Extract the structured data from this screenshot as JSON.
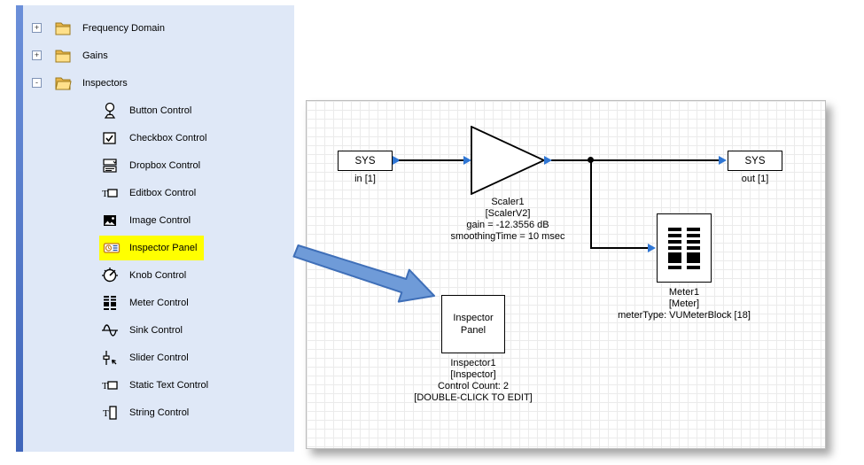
{
  "palette": {
    "folders": [
      {
        "label": "Frequency Domain",
        "state": "+"
      },
      {
        "label": "Gains",
        "state": "+"
      },
      {
        "label": "Inspectors",
        "state": "-"
      }
    ],
    "controls": [
      {
        "label": "Button Control"
      },
      {
        "label": "Checkbox Control"
      },
      {
        "label": "Dropbox Control"
      },
      {
        "label": "Editbox Control"
      },
      {
        "label": "Image Control"
      },
      {
        "label": "Inspector Panel"
      },
      {
        "label": "Knob Control"
      },
      {
        "label": "Meter Control"
      },
      {
        "label": "Sink Control"
      },
      {
        "label": "Slider Control"
      },
      {
        "label": "Static Text Control"
      },
      {
        "label": "String Control"
      }
    ]
  },
  "canvas": {
    "sys_in": {
      "label": "SYS",
      "port_label": "in [1]"
    },
    "sys_out": {
      "label": "SYS",
      "port_label": "out [1]"
    },
    "scaler": {
      "name": "Scaler1",
      "type": "[ScalerV2]",
      "gain": "gain = -12.3556 dB",
      "smoothing": "smoothingTime = 10 msec"
    },
    "meter": {
      "name": "Meter1",
      "type": "[Meter]",
      "meter_type": "meterType: VUMeterBlock [18]"
    },
    "inspector": {
      "box_label": "Inspector Panel",
      "name": "Inspector1",
      "type": "[Inspector]",
      "count": "Control Count: 2",
      "hint": "[DOUBLE-CLICK TO EDIT]"
    }
  },
  "colors": {
    "panel_bg": "#dfe8f7",
    "highlight": "#ffff00",
    "port_blue": "#2f76d4",
    "arrow_fill": "#6f9bd8"
  }
}
